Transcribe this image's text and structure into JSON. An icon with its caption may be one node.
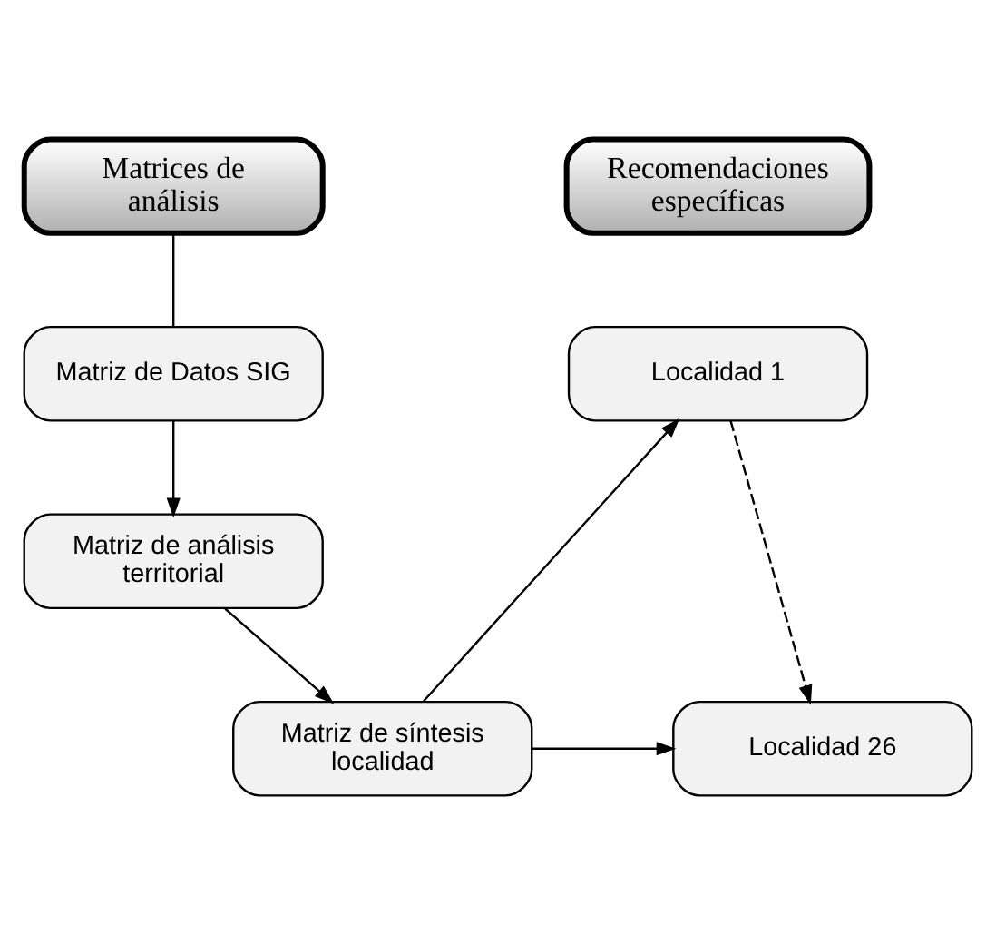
{
  "diagram": {
    "nodes": [
      {
        "text": [
          "Matrices de análisis"
        ]
      },
      {
        "text": [
          "Recomendaciones específicas"
        ]
      },
      {
        "text": [
          "Matriz de Datos SIG"
        ]
      },
      {
        "text": [
          "Matriz de análisis territorial"
        ]
      },
      {
        "text": [
          "Matriz de síntesis localidad"
        ]
      },
      {
        "text": [
          "Localidad 1"
        ]
      },
      {
        "text": [
          "Localidad 26"
        ]
      }
    ],
    "edges": [
      {
        "from": 0,
        "to": 2,
        "arrow": "none"
      },
      {
        "from": 2,
        "to": 3,
        "arrow": "to"
      },
      {
        "from": 3,
        "to": 4,
        "arrow": "to"
      },
      {
        "from": 4,
        "to": 5,
        "arrow": "to"
      },
      {
        "from": 4,
        "to": 6,
        "arrow": "to"
      },
      {
        "from": 5,
        "to": 6,
        "arrow": "to",
        "style": "dashed"
      }
    ]
  }
}
